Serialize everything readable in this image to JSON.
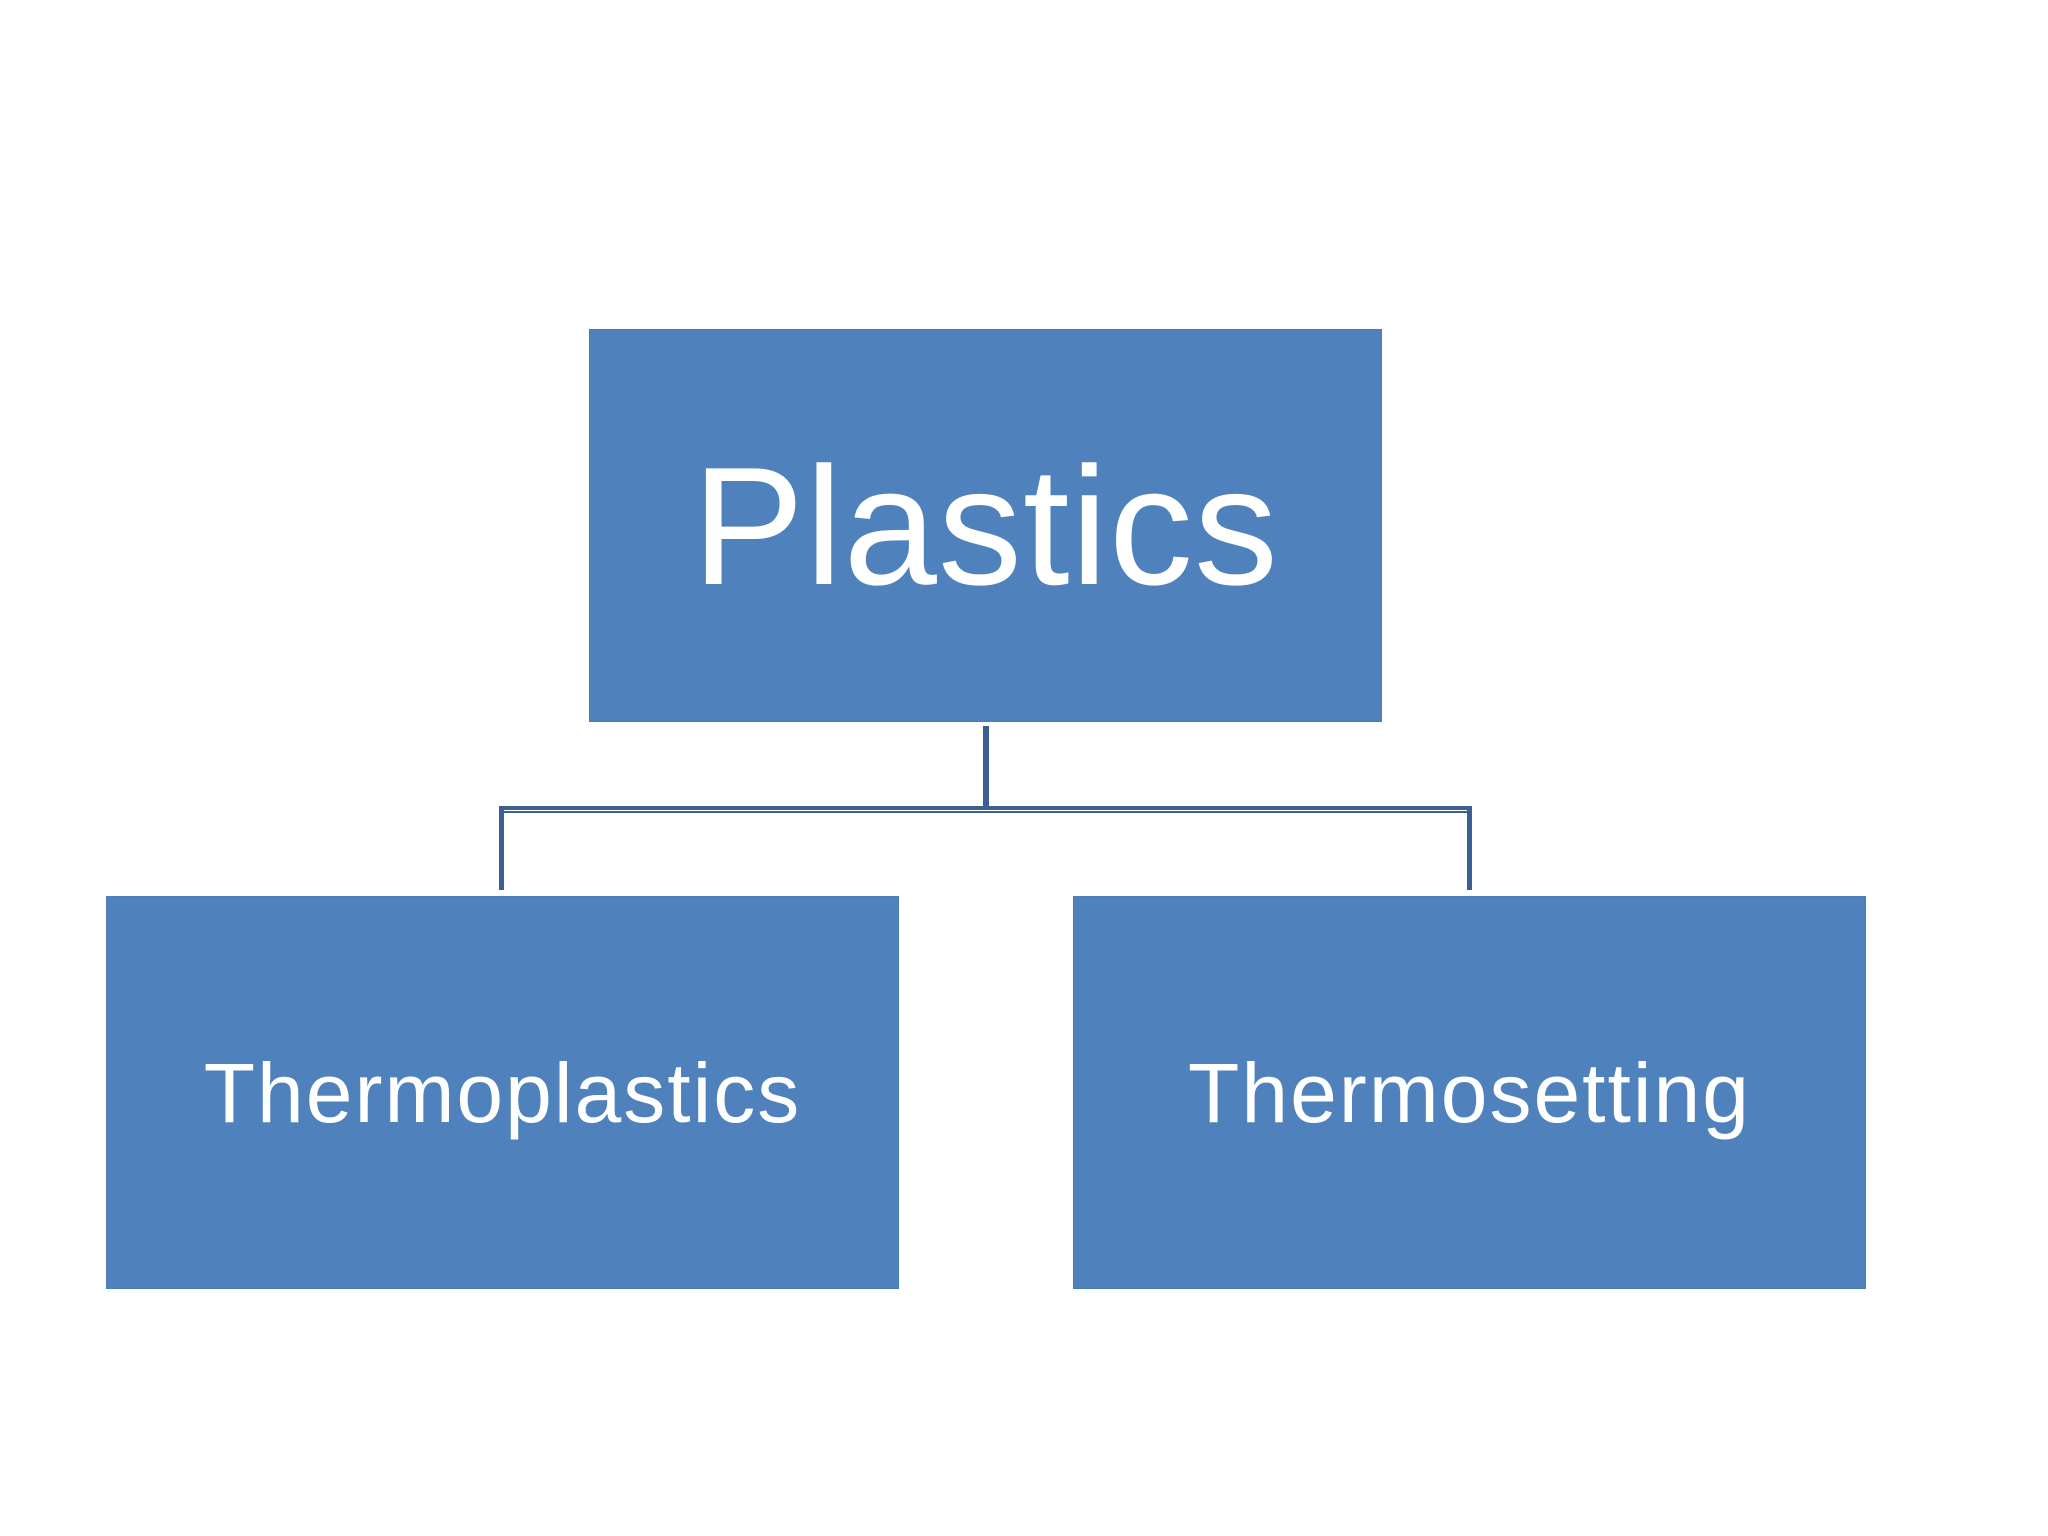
{
  "diagram": {
    "root": {
      "label": "Plastics"
    },
    "children": [
      {
        "label": "Thermoplastics"
      },
      {
        "label": "Thermosetting"
      }
    ]
  },
  "colors": {
    "box_fill": "#4f81bd",
    "connector": "#3c6190",
    "text": "#ffffff",
    "background": "#ffffff"
  }
}
